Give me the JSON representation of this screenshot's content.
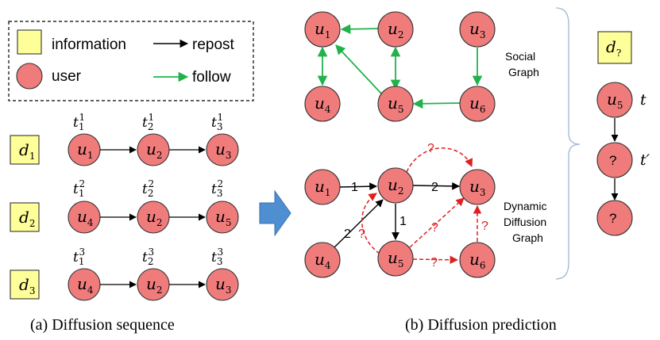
{
  "legend": {
    "information_label": "information",
    "user_label": "user",
    "repost_label": "repost",
    "follow_label": "follow"
  },
  "sequences": [
    {
      "doc": "d",
      "doc_sub": "1",
      "users": [
        {
          "u": "u",
          "s": "1",
          "t": "1",
          "tsup": "1"
        },
        {
          "u": "u",
          "s": "2",
          "t": "2",
          "tsup": "1"
        },
        {
          "u": "u",
          "s": "3",
          "t": "3",
          "tsup": "1"
        }
      ]
    },
    {
      "doc": "d",
      "doc_sub": "2",
      "users": [
        {
          "u": "u",
          "s": "4",
          "t": "1",
          "tsup": "2"
        },
        {
          "u": "u",
          "s": "2",
          "t": "2",
          "tsup": "2"
        },
        {
          "u": "u",
          "s": "5",
          "t": "3",
          "tsup": "2"
        }
      ]
    },
    {
      "doc": "d",
      "doc_sub": "3",
      "users": [
        {
          "u": "u",
          "s": "4",
          "t": "1",
          "tsup": "3"
        },
        {
          "u": "u",
          "s": "2",
          "t": "2",
          "tsup": "3"
        },
        {
          "u": "u",
          "s": "3",
          "t": "3",
          "tsup": "3"
        }
      ]
    }
  ],
  "social_graph": {
    "label_line1": "Social",
    "label_line2": "Graph",
    "nodes": [
      "1",
      "2",
      "3",
      "4",
      "5",
      "6"
    ]
  },
  "dynamic_graph": {
    "label_line1": "Dynamic",
    "label_line2": "Diffusion",
    "label_line3": "Graph",
    "weights": {
      "u1_u2": "1",
      "u2_u3": "2",
      "u2_u5": "1",
      "u4_u2": "2"
    },
    "unknown": "?"
  },
  "prediction": {
    "doc_sub": "?",
    "node_top": "5",
    "t_label": "t",
    "t_prime_label": "t′",
    "unknown": "?"
  },
  "captions": {
    "left": "(a) Diffusion sequence",
    "right": "(b) Diffusion prediction"
  },
  "colors": {
    "node": "#f07b7b",
    "doc": "#ffff99",
    "follow": "#22b24c",
    "predicted": "#e02020",
    "arrow_block": "#4f8fd1"
  }
}
